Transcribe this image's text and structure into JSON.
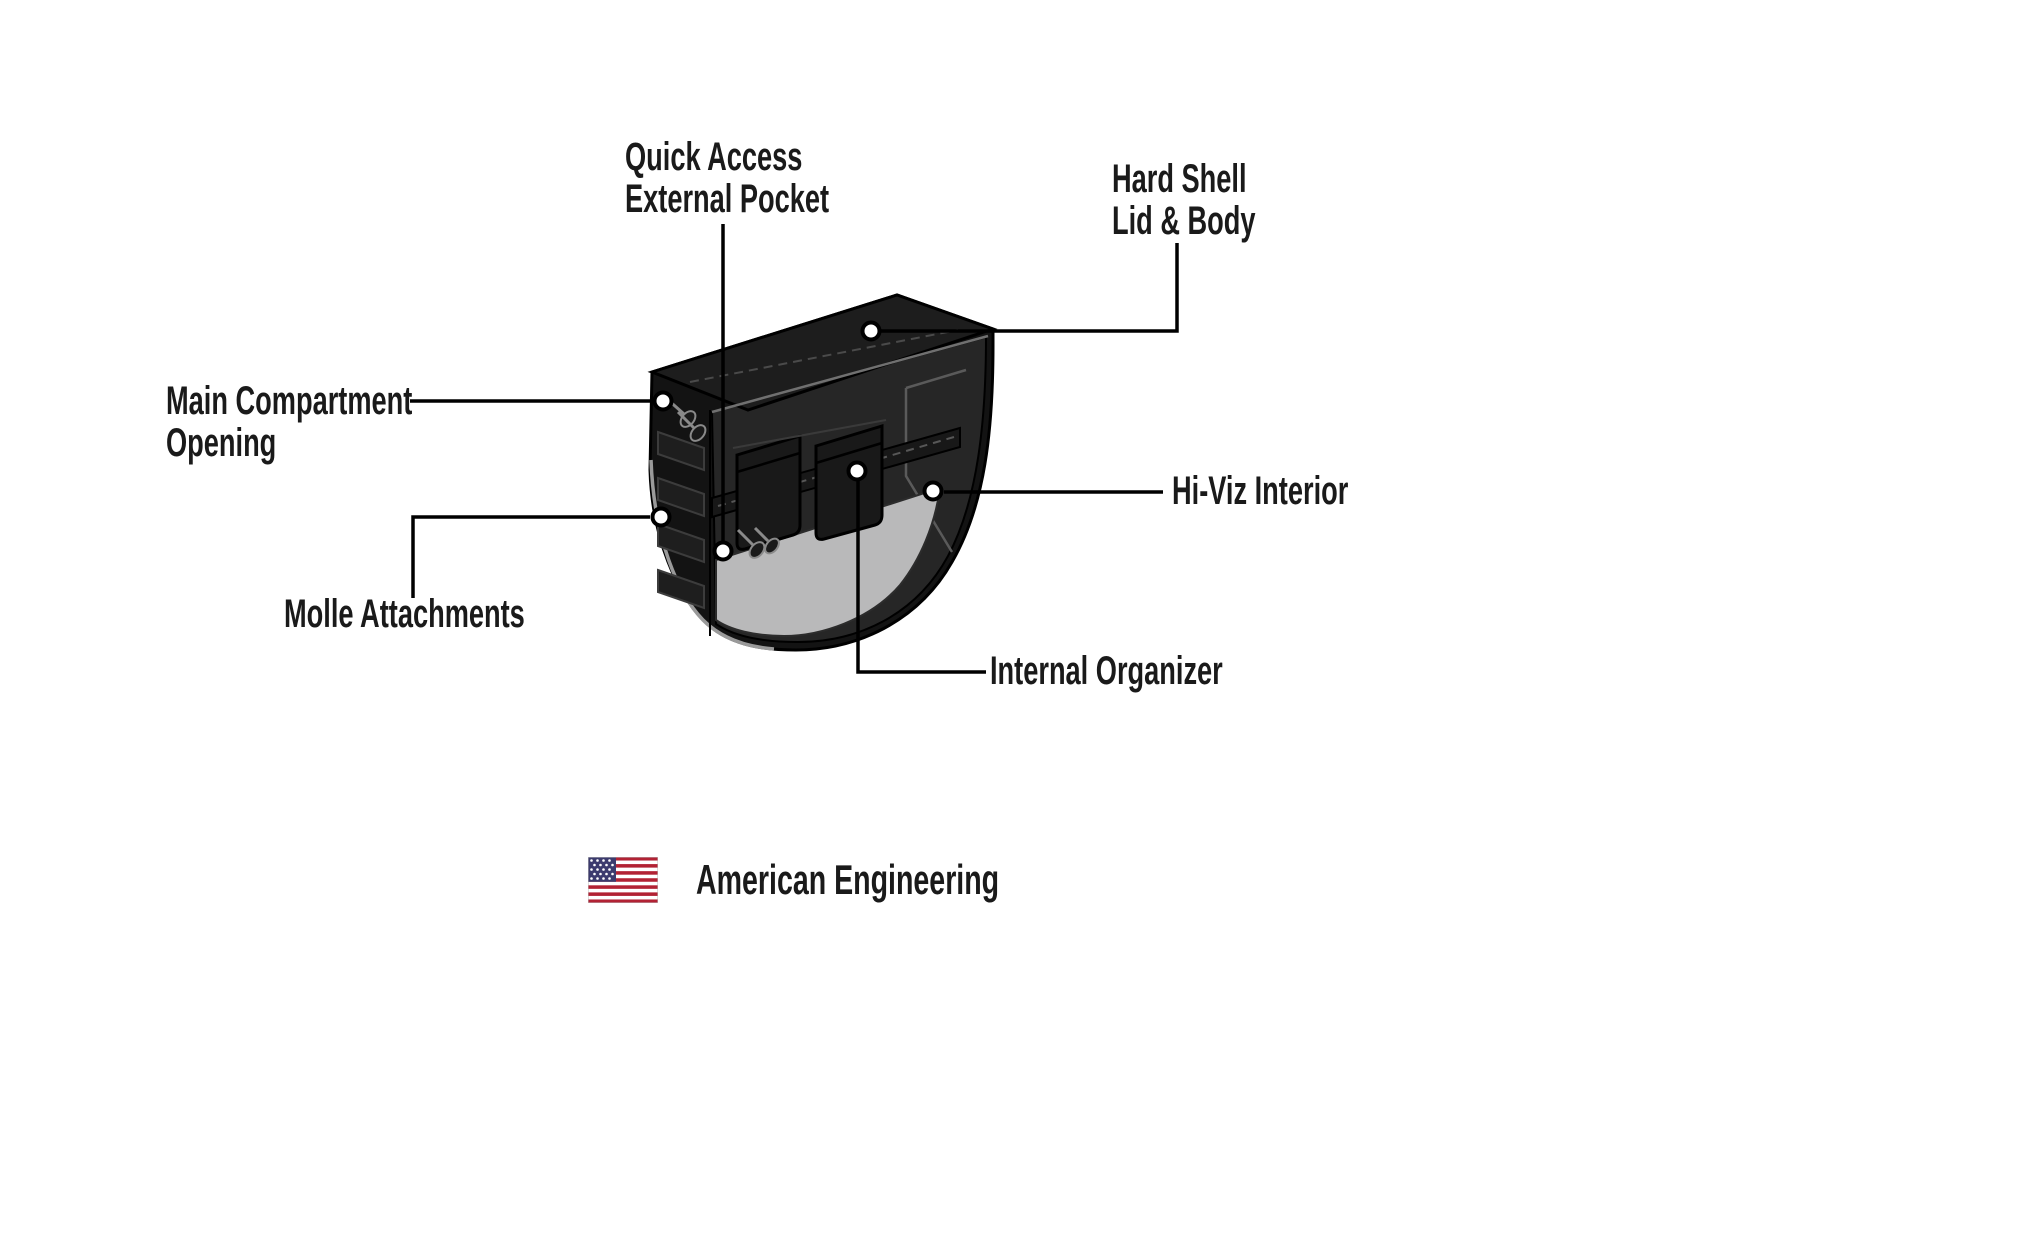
{
  "callouts": {
    "quick_access": {
      "label": "Quick Access\nExternal Pocket"
    },
    "hard_shell": {
      "label": "Hard Shell\nLid & Body"
    },
    "main_compartment": {
      "label": "Main Compartment\nOpening"
    },
    "hi_viz": {
      "label": "Hi-Viz Interior"
    },
    "molle": {
      "label": "Molle Attachments"
    },
    "internal_organizer": {
      "label": "Internal Organizer"
    }
  },
  "footer": {
    "label": "American Engineering",
    "flag_icon": "us-flag"
  },
  "colors": {
    "text": "#1a1a1a",
    "callout_line": "#000000",
    "bag_shell": "#131313",
    "bag_interior": "#262626",
    "hi_viz_floor": "#b9b9ba",
    "flag_red": "#B22234",
    "flag_blue": "#3C3B6E"
  }
}
